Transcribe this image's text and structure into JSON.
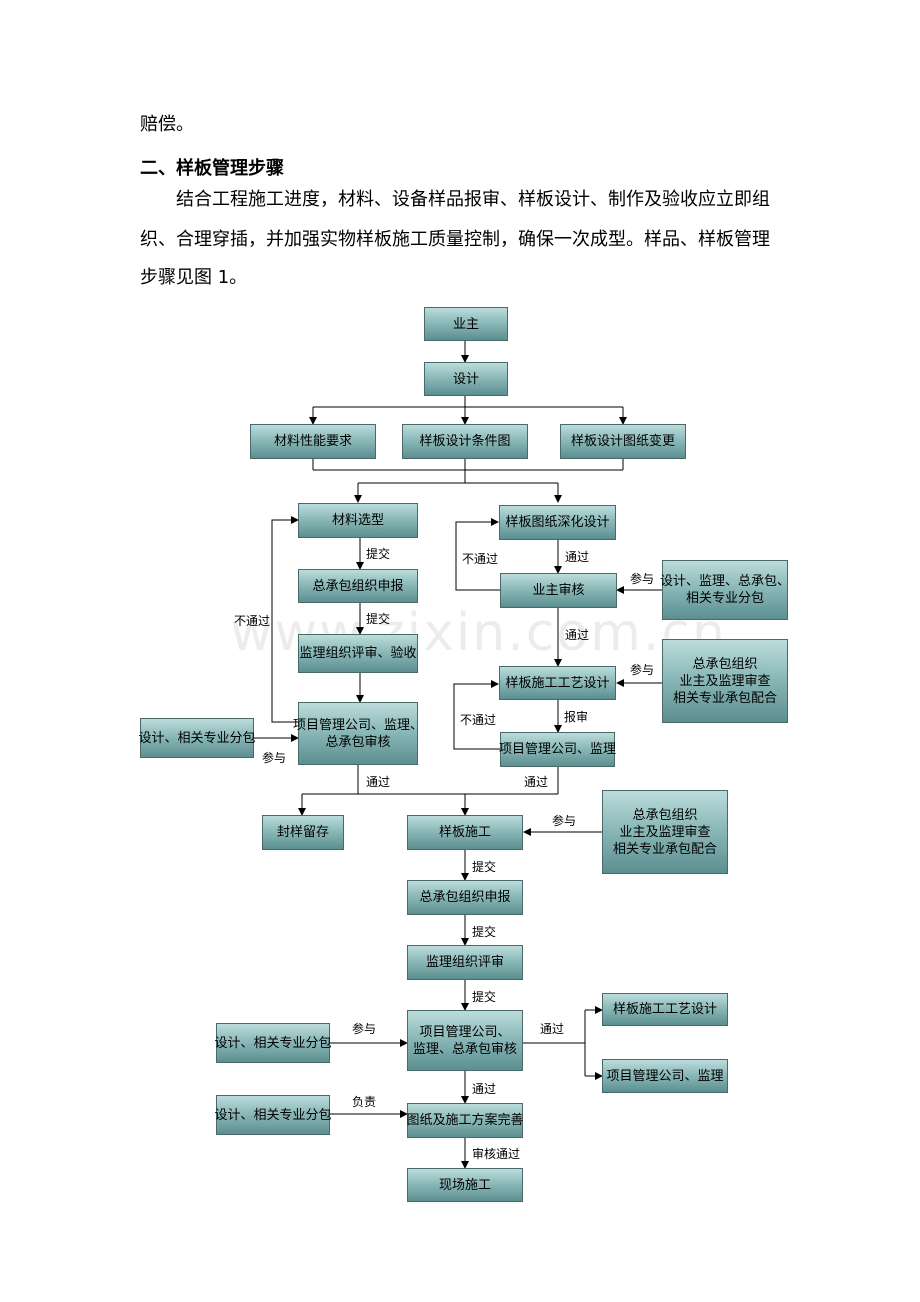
{
  "text": {
    "line1": "赔偿。",
    "heading": "二、样板管理步骤",
    "para1": "结合工程施工进度，材料、设备样品报审、样板设计、制作及验收应立即组",
    "para2": "织、合理穿插，并加强实物样板施工质量控制，确保一次成型。样品、样板管理",
    "para3": "步骤见图 1。"
  },
  "watermark": "www.zixin.com.cn",
  "boxes": {
    "owner": "业主",
    "design": "设计",
    "material_req": "材料性能要求",
    "sample_cond": "样板设计条件图",
    "sample_change": "样板设计图纸变更",
    "material_select": "材料选型",
    "gc_report1": "总承包组织申报",
    "sup_review1": "监理组织评审、验收",
    "pm_review1_l1": "项目管理公司、监理、",
    "pm_review1_l2": "总承包审核",
    "design_sub1": "设计、相关专业分包",
    "seal": "封样留存",
    "deep_design": "样板图纸深化设计",
    "owner_review": "业主审核",
    "participants1_l1": "设计、监理、总承包、",
    "participants1_l2": "相关专业分包",
    "craft_design": "样板施工工艺设计",
    "org1_l1": "总承包组织",
    "org1_l2": "业主及监理审查",
    "org1_l3": "相关专业承包配合",
    "pm_sup": "项目管理公司、监理",
    "sample_build": "样板施工",
    "org2_l1": "总承包组织",
    "org2_l2": "业主及监理审查",
    "org2_l3": "相关专业承包配合",
    "gc_report2": "总承包组织申报",
    "sup_review2": "监理组织评审",
    "pm_review2_l1": "项目管理公司、",
    "pm_review2_l2": "监理、总承包审核",
    "design_sub2": "设计、相关专业分包",
    "craft_design2": "样板施工工艺设计",
    "pm_sup2": "项目管理公司、监理",
    "design_sub3": "设计、相关专业分包",
    "drawings": "图纸及施工方案完善",
    "site_build": "现场施工"
  },
  "labels": {
    "submit1": "提交",
    "submit2": "提交",
    "fail1": "不通过",
    "participate1": "参与",
    "pass1": "通过",
    "fail2": "不通过",
    "pass2": "通过",
    "participate2": "参与",
    "pass3": "通过",
    "participate3": "参与",
    "report": "报审",
    "fail3": "不通过",
    "pass4": "通过",
    "participate4": "参与",
    "submit3": "提交",
    "submit4": "提交",
    "submit5": "提交",
    "participate5": "参与",
    "pass5": "通过",
    "pass6": "通过",
    "responsible": "负责",
    "audit_pass": "审核通过"
  }
}
